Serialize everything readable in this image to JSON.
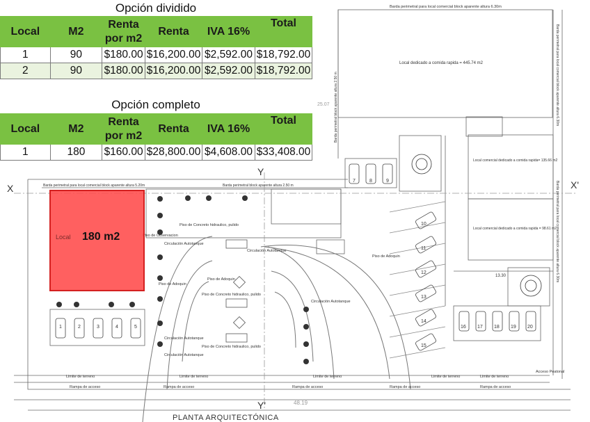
{
  "tables": [
    {
      "title": "Opción dividido",
      "headers": [
        "Local",
        "M2",
        "Renta por m2",
        "Renta",
        "IVA 16%",
        "Total"
      ],
      "rows": [
        [
          "1",
          "90",
          "$180.00",
          "$16,200.00",
          "$2,592.00",
          "$18,792.00"
        ],
        [
          "2",
          "90",
          "$180.00",
          "$16,200.00",
          "$2,592.00",
          "$18,792.00"
        ]
      ]
    },
    {
      "title": "Opción completo",
      "headers": [
        "Local",
        "M2",
        "Renta por m2",
        "Renta",
        "IVA 16%",
        "Total"
      ],
      "rows": [
        [
          "1",
          "180",
          "$160.00",
          "$28,800.00",
          "$4,608.00",
          "$33,408.00"
        ]
      ]
    }
  ],
  "plan": {
    "title": "PLANTA ARQUITECTÓNICA",
    "highlight_label": "180 m2",
    "highlight_prefix": "Local",
    "highlight_color": "#ff4a4a",
    "table_header_color": "#7ac142",
    "labels": {
      "top_wall": "Barda perimetral para local comercial block aparente altura 6.30m",
      "left_wall": "Barda perimetral para local comercial block aparente altura 5.20m",
      "mid_wall": "Barda perimetral block aparente altura 2.50 m",
      "right_wall_1": "Barda perimetral para local comercial block aparente altura 6.30m",
      "right_wall_2": "Barda perimetral para local comercial block aparente altura 6.30m",
      "local_big": "Local dedicado a comida rapida = 445.74 m2",
      "local_mid": "Local comercial dedicado a comida rapida= 135.66 m2",
      "local_small": "Local comercial dedicado a comida rapida = 98.61 m2",
      "dim_top": "25.07",
      "dim_right": "13.30",
      "dim_bottom": "48.19",
      "axis_x": "X",
      "axis_x2": "X'",
      "axis_y": "Y",
      "axis_y2": "Y'",
      "circ_1": "Circulación Autotanque",
      "circ_2": "Circulación Autotanque",
      "circ_3": "Circulación Autotanque",
      "circ_4": "Circulación Autotanque",
      "circ_5": "Circulación Autotanque",
      "limite_1": "Limite de terreno",
      "limite_2": "Limite de terreno",
      "limite_3": "Limite de terreno",
      "limite_4": "Limite de terreno",
      "limite_5": "Limite de terreno",
      "rampa_1": "Rampa de acceso",
      "rampa_2": "Rampa de acceso",
      "rampa_3": "Rampa de acceso",
      "rampa_4": "Rampa de acceso",
      "rampa_5": "Rampa de acceso",
      "piso_obs": "Piso de Observacion",
      "piso_concreto_1": "Piso de Concreto hidraulico,  pulido",
      "piso_concreto_2": "Piso de Concreto hidraulico,  pulido",
      "piso_concreto_3": "Piso de Concreto hidraulico,  pulido",
      "piso_adoquin_1": "Piso de Adoquin",
      "piso_adoquin_2": "Piso de Adoquin",
      "piso_adoquin_3": "Piso de Adoquin",
      "acceso": "Acceso Peatonal"
    },
    "parking_numbers": [
      "1",
      "2",
      "3",
      "4",
      "5",
      "7",
      "8",
      "9",
      "10",
      "11",
      "12",
      "13",
      "14",
      "15",
      "16",
      "17",
      "18",
      "19",
      "20"
    ]
  }
}
